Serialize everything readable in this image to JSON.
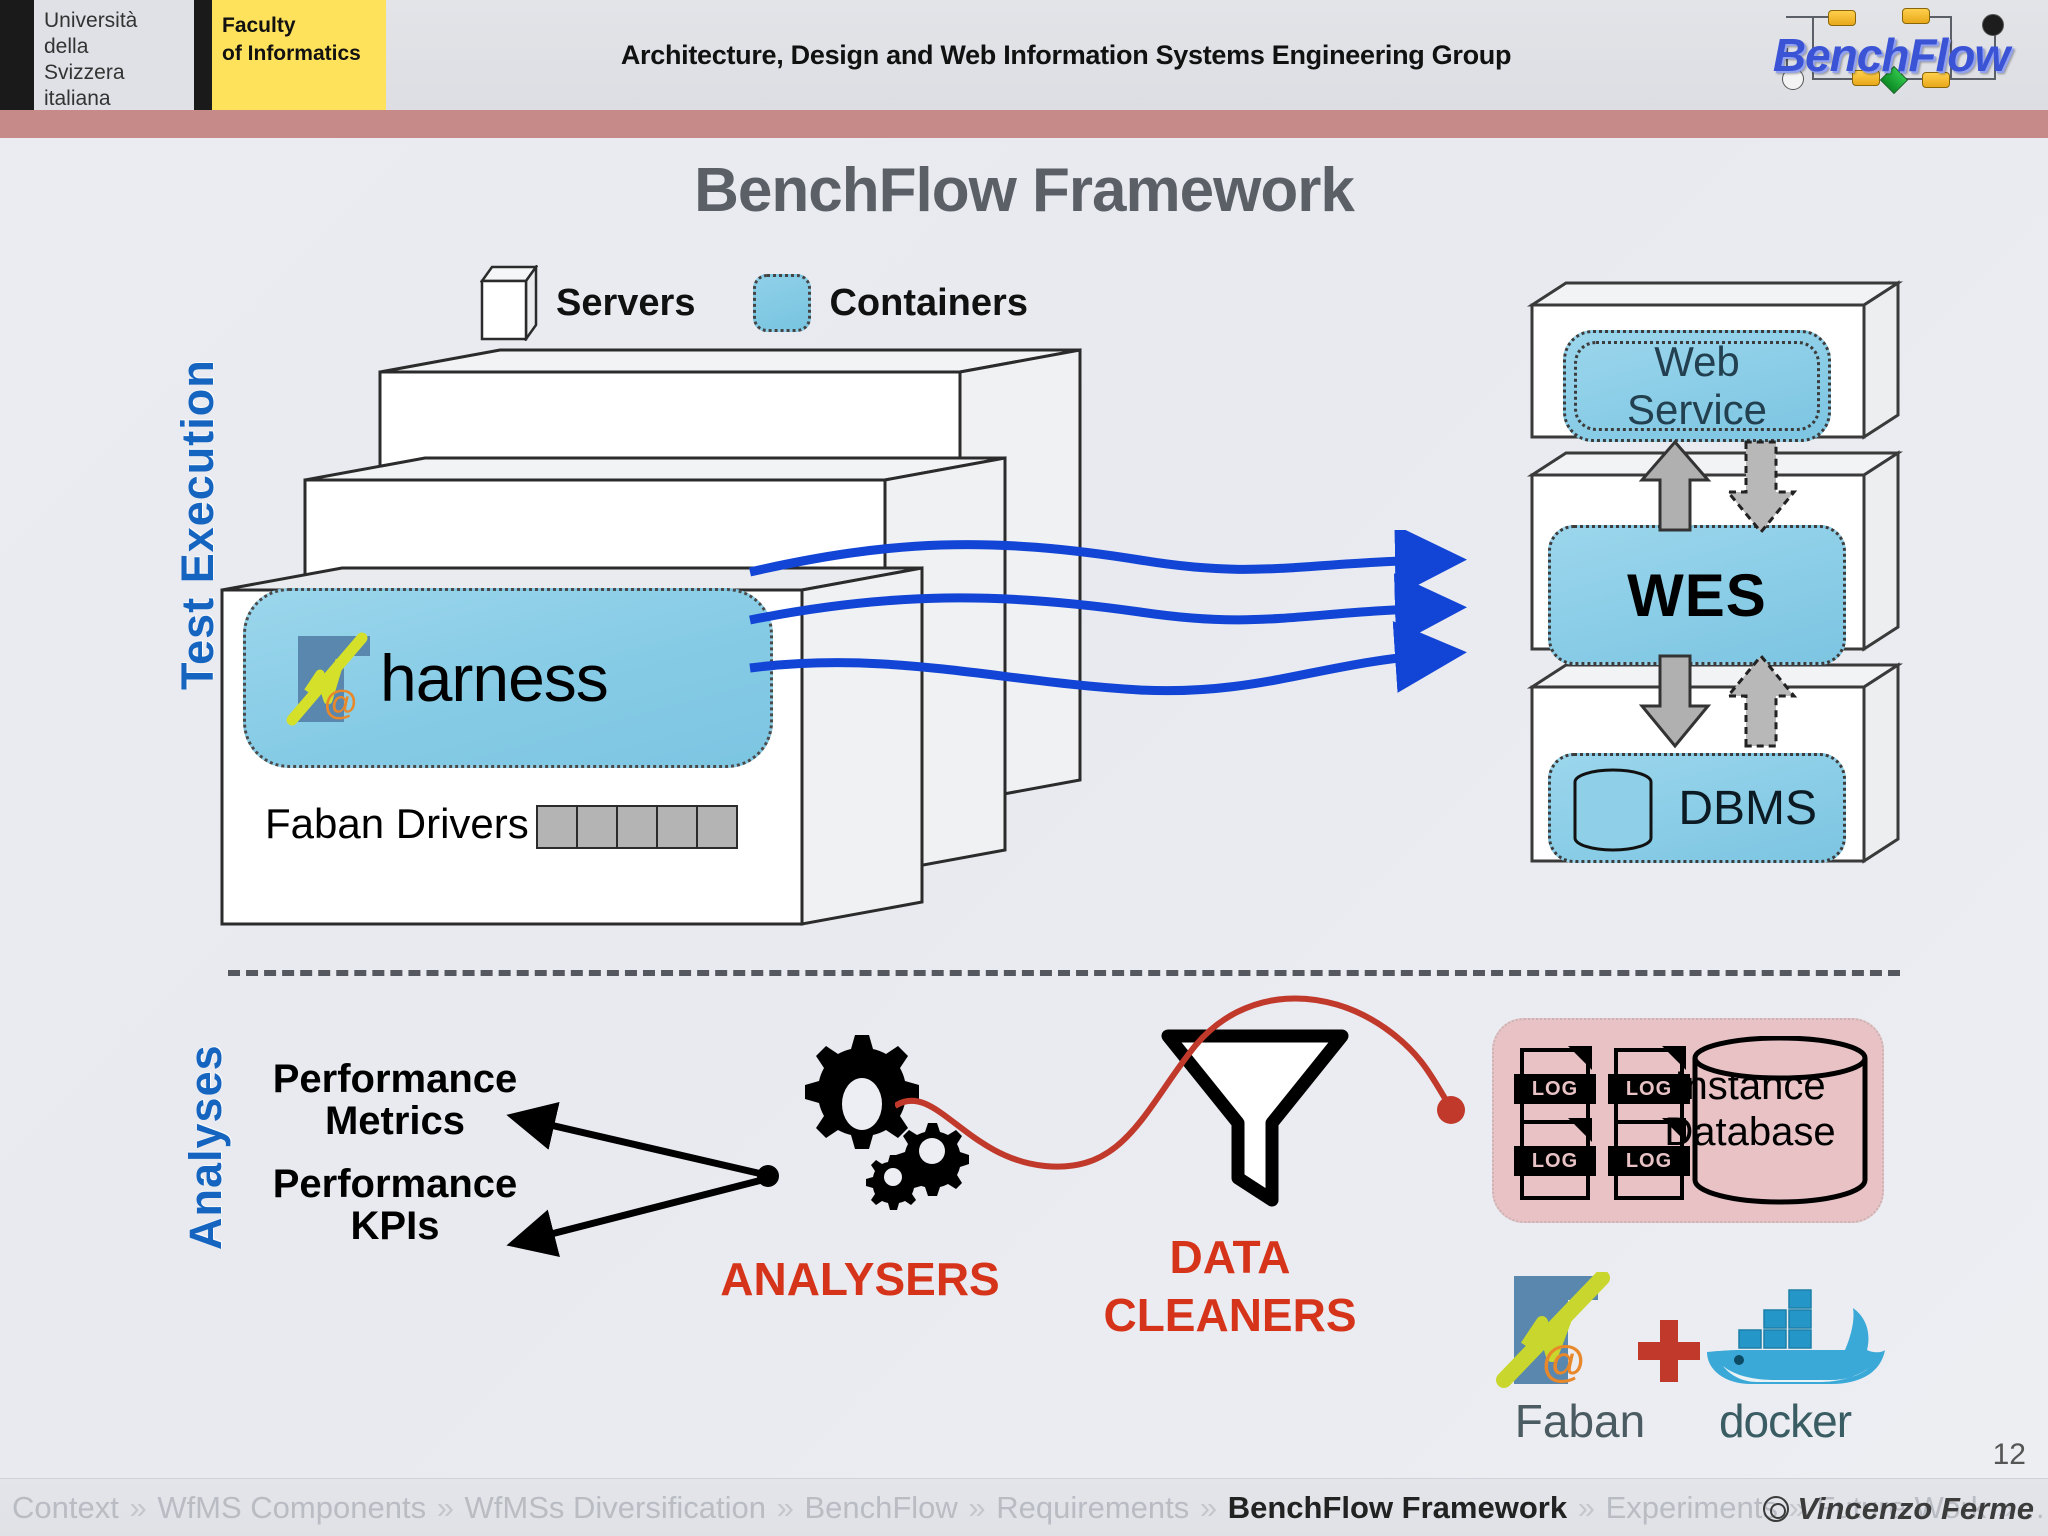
{
  "header": {
    "university_lines": "Università\ndella\nSvizzera\nitaliana",
    "faculty": "Faculty\nof Informatics",
    "group_title": "Architecture, Design and Web Information Systems Engineering Group",
    "logo_text": "BenchFlow"
  },
  "slide": {
    "title": "BenchFlow Framework",
    "page_number": "12"
  },
  "legend": {
    "servers_label": "Servers",
    "containers_label": "Containers"
  },
  "sections": {
    "test_execution_label": "Test Execution",
    "analyses_label": "Analyses"
  },
  "test_execution": {
    "harness_label": "harness",
    "faban_drivers_label": "Faban Drivers",
    "driver_cell_count": 5,
    "server_box_count": 3,
    "arrow_count": 3
  },
  "sut": {
    "web_service_label": "Web\nService",
    "wes_label": "WES",
    "dbms_label": "DBMS"
  },
  "analyses": {
    "performance_metrics_label": "Performance\nMetrics",
    "performance_kpis_label": "Performance\nKPIs",
    "analysers_label": "ANALYSERS",
    "data_cleaners_label": "DATA\nCLEANERS",
    "instance_database_label": "Instance\nDatabase",
    "log_label": "LOG",
    "log_count": 4
  },
  "tech_logos": {
    "faban_label": "Faban",
    "docker_label": "docker",
    "plus_symbol": "+"
  },
  "footer": {
    "breadcrumb": [
      {
        "label": "Context",
        "active": false
      },
      {
        "label": "WfMS Components",
        "active": false
      },
      {
        "label": "WfMSs Diversification",
        "active": false
      },
      {
        "label": "BenchFlow",
        "active": false
      },
      {
        "label": "Requirements",
        "active": false
      },
      {
        "label": "BenchFlow Framework",
        "active": true
      },
      {
        "label": "Experiments",
        "active": false
      },
      {
        "label": "Future Work",
        "active": false
      },
      {
        "label": "…",
        "active": false
      }
    ],
    "separator": "»",
    "author": "Vincenzo Ferme"
  },
  "colors": {
    "accent_blue": "#1565c0",
    "container_blue": "#86cbe5",
    "arrow_blue": "#1245d6",
    "red_accent": "#d6341a",
    "rose_bar": "#c68b88",
    "faculty_yellow": "#ffe25c",
    "db_panel_pink": "#e8c2c4",
    "title_gray": "#5b5f66"
  }
}
